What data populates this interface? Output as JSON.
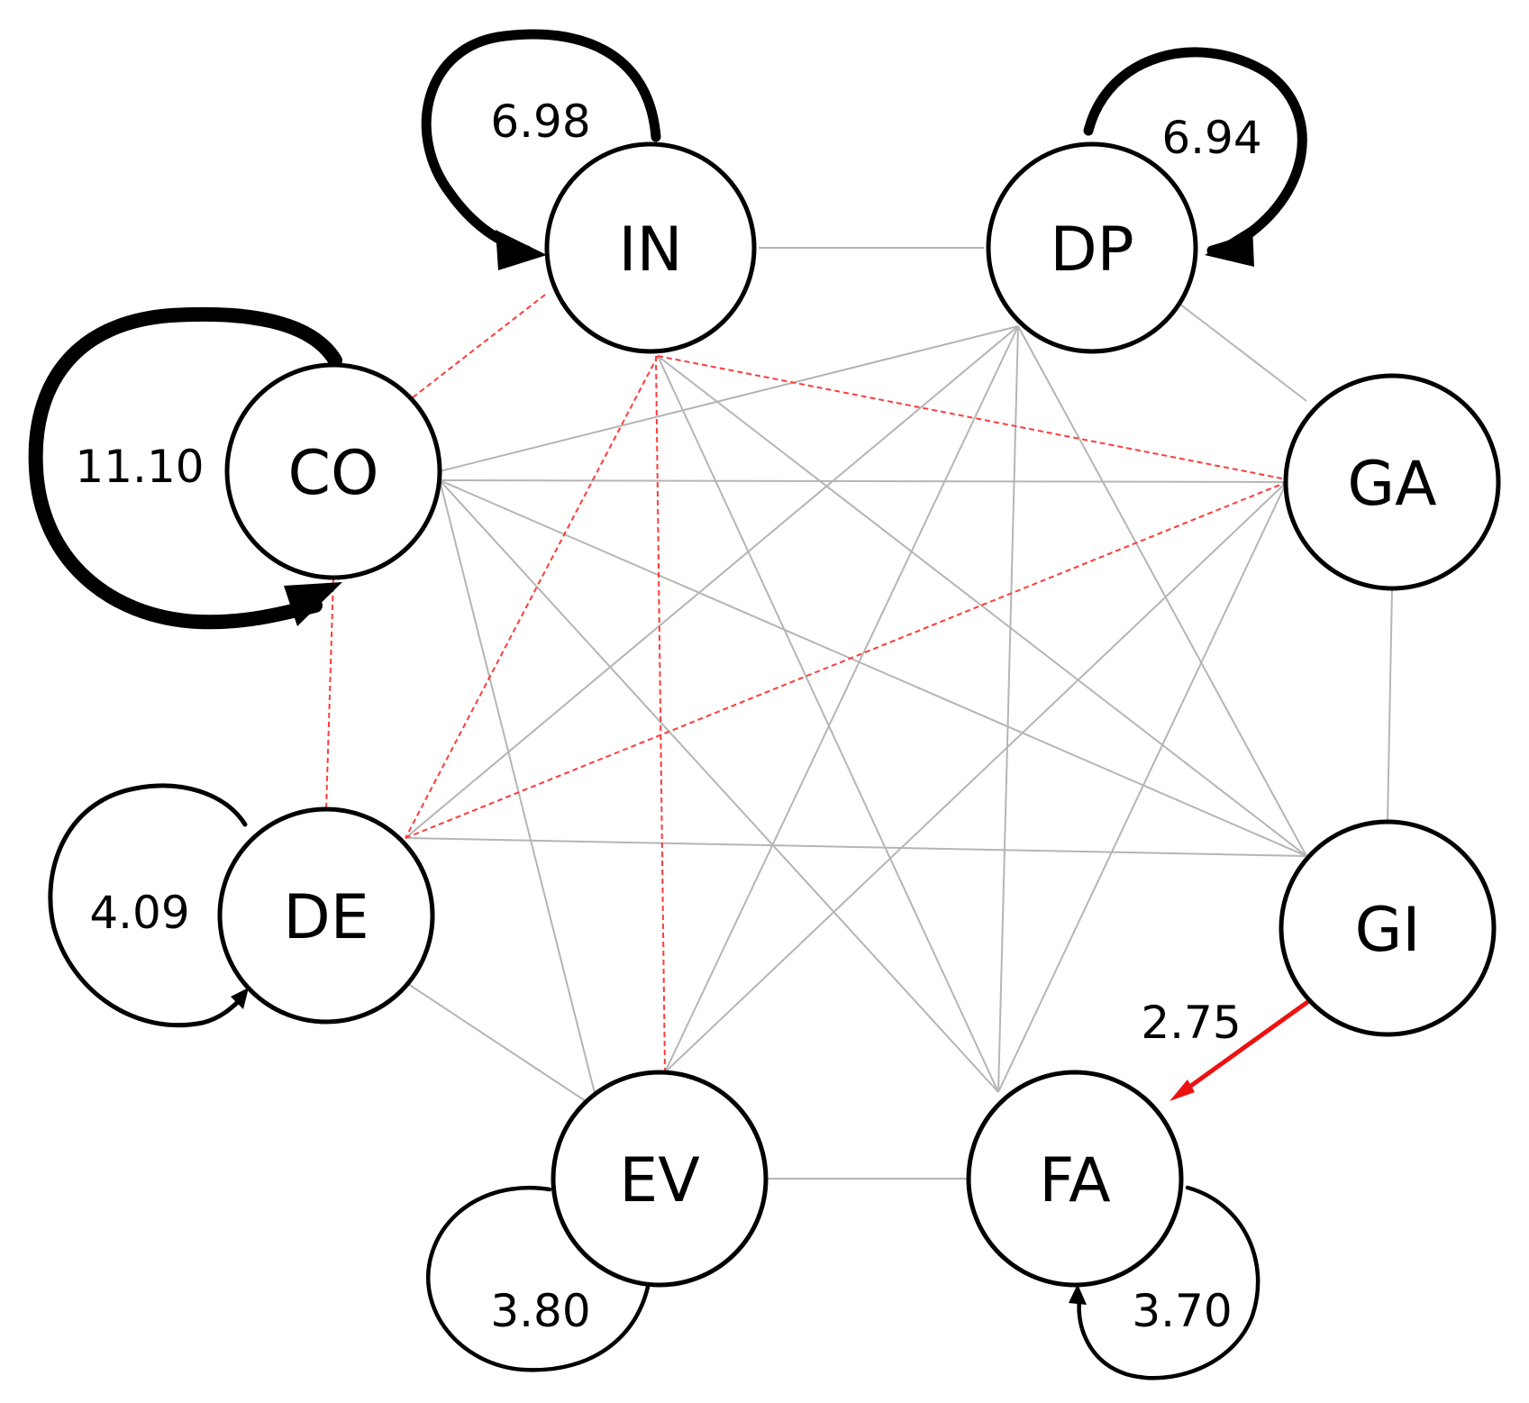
{
  "colors": {
    "node_stroke": "#000000",
    "grey_edge": "#b5b5b5",
    "red_dashed_edge": "#ff3b3b",
    "red_arrow": "#ee1111",
    "background": "#ffffff"
  },
  "nodes": [
    {
      "id": "IN",
      "label": "IN"
    },
    {
      "id": "DP",
      "label": "DP"
    },
    {
      "id": "CO",
      "label": "CO"
    },
    {
      "id": "GA",
      "label": "GA"
    },
    {
      "id": "DE",
      "label": "DE"
    },
    {
      "id": "GI",
      "label": "GI"
    },
    {
      "id": "EV",
      "label": "EV"
    },
    {
      "id": "FA",
      "label": "FA"
    }
  ],
  "self_loops": [
    {
      "node": "IN",
      "label": "6.98",
      "weight": 6.98
    },
    {
      "node": "DP",
      "label": "6.94",
      "weight": 6.94
    },
    {
      "node": "CO",
      "label": "11.10",
      "weight": 11.1
    },
    {
      "node": "DE",
      "label": "4.09",
      "weight": 4.09
    },
    {
      "node": "EV",
      "label": "3.80",
      "weight": 3.8
    },
    {
      "node": "FA",
      "label": "3.70",
      "weight": 3.7
    }
  ],
  "directed_edges": [
    {
      "from": "GI",
      "to": "FA",
      "label": "2.75",
      "weight": 2.75,
      "color": "red"
    }
  ],
  "grey_edges": [
    [
      "IN",
      "DP"
    ],
    [
      "IN",
      "GI"
    ],
    [
      "IN",
      "FA"
    ],
    [
      "DP",
      "CO"
    ],
    [
      "DP",
      "GA"
    ],
    [
      "DP",
      "DE"
    ],
    [
      "DP",
      "GI"
    ],
    [
      "DP",
      "EV"
    ],
    [
      "DP",
      "FA"
    ],
    [
      "CO",
      "GA"
    ],
    [
      "CO",
      "GI"
    ],
    [
      "CO",
      "EV"
    ],
    [
      "CO",
      "FA"
    ],
    [
      "GA",
      "GI"
    ],
    [
      "GA",
      "EV"
    ],
    [
      "GA",
      "FA"
    ],
    [
      "DE",
      "GI"
    ],
    [
      "DE",
      "EV"
    ],
    [
      "EV",
      "FA"
    ]
  ],
  "red_dashed_edges": [
    [
      "IN",
      "CO"
    ],
    [
      "IN",
      "DE"
    ],
    [
      "IN",
      "EV"
    ],
    [
      "IN",
      "GA"
    ],
    [
      "CO",
      "DE"
    ],
    [
      "DE",
      "GA"
    ]
  ]
}
